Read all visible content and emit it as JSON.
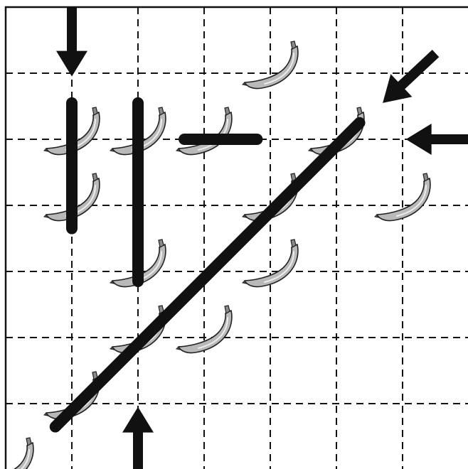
{
  "puzzle": {
    "grid": {
      "rows": 7,
      "cols": 7
    },
    "colors": {
      "background": "#ffffff",
      "grid_line": "#111111",
      "stroke": "#111111",
      "banana_fill": "#b9b9b9",
      "banana_outline": "#222222"
    },
    "bananas": [
      {
        "col": 4,
        "row": 1,
        "icon": "banana-icon"
      },
      {
        "col": 1,
        "row": 2,
        "icon": "banana-icon"
      },
      {
        "col": 2,
        "row": 2,
        "icon": "banana-icon"
      },
      {
        "col": 3,
        "row": 2,
        "icon": "banana-icon"
      },
      {
        "col": 5,
        "row": 2,
        "icon": "banana-icon"
      },
      {
        "col": 1,
        "row": 3,
        "icon": "banana-icon"
      },
      {
        "col": 4,
        "row": 3,
        "icon": "banana-icon"
      },
      {
        "col": 6,
        "row": 3,
        "icon": "banana-icon"
      },
      {
        "col": 2,
        "row": 4,
        "icon": "banana-icon"
      },
      {
        "col": 4,
        "row": 4,
        "icon": "banana-icon"
      },
      {
        "col": 2,
        "row": 5,
        "icon": "banana-icon"
      },
      {
        "col": 3,
        "row": 5,
        "icon": "banana-icon"
      },
      {
        "col": 1,
        "row": 6,
        "icon": "banana-icon"
      },
      {
        "col": 0,
        "row": 7,
        "icon": "banana-icon"
      }
    ],
    "strokes": [
      {
        "id": "vertical-bar-col1",
        "from": [
          1.0,
          1.45
        ],
        "to": [
          1.0,
          3.35
        ]
      },
      {
        "id": "vertical-bar-col2",
        "from": [
          2.0,
          1.45
        ],
        "to": [
          2.0,
          4.15
        ]
      },
      {
        "id": "horizontal-bar-row2",
        "from": [
          2.7,
          2.0
        ],
        "to": [
          3.8,
          2.0
        ]
      },
      {
        "id": "diagonal-line",
        "from": [
          5.35,
          1.75
        ],
        "to": [
          0.75,
          6.35
        ]
      }
    ],
    "arrows": [
      {
        "id": "arrow-top",
        "dir": "down",
        "at": [
          1.0,
          0.0
        ],
        "tip": [
          1.0,
          1.05
        ]
      },
      {
        "id": "arrow-top-right",
        "dir": "down-left",
        "at": [
          6.5,
          0.7
        ],
        "tip": [
          5.7,
          1.45
        ]
      },
      {
        "id": "arrow-right",
        "dir": "left",
        "at": [
          7.0,
          2.0
        ],
        "tip": [
          6.05,
          2.0
        ]
      },
      {
        "id": "arrow-bottom",
        "dir": "up",
        "at": [
          2.0,
          7.05
        ],
        "tip": [
          2.0,
          6.05
        ]
      }
    ]
  }
}
